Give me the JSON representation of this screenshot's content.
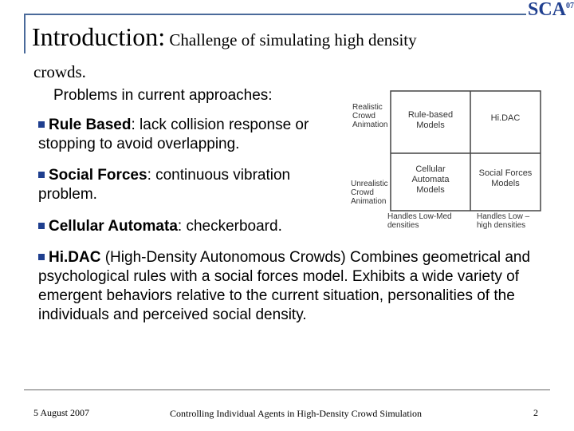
{
  "logo": {
    "text": "SCA",
    "sup": "07"
  },
  "title": {
    "main": "Introduction:",
    "sub": " Challenge of simulating high density",
    "cont": "crowds."
  },
  "intro": "Problems in current approaches:",
  "bullets": [
    {
      "bold": "Rule Based",
      "rest": ": lack collision response or stopping to avoid overlapping."
    },
    {
      "bold": "Social Forces",
      "rest": ": continuous vibration problem."
    },
    {
      "bold": "Cellular Automata",
      "rest": ": checkerboard."
    },
    {
      "bold": "Hi.DAC",
      "rest": " (High-Density Autonomous Crowds) Combines geometrical and psychological rules with a social forces model. Exhibits a wide variety of emergent behaviors relative to the current situation, personalities of the individuals and perceived social density."
    }
  ],
  "diagram": {
    "y_top": "Realistic Crowd Animation",
    "y_bottom": "Unrealistic Crowd Animation",
    "x_left": "Handles Low-Med densities",
    "x_right": "Handles Low – high densities",
    "cells": {
      "top_left": "Rule-based Models",
      "top_right": "Hi.DAC",
      "bottom_left": "Cellular Automata Models",
      "bottom_right": "Social Forces Models"
    }
  },
  "footer": {
    "date": "5 August 2007",
    "title": "Controlling Individual Agents in High-Density Crowd Simulation",
    "page": "2"
  }
}
